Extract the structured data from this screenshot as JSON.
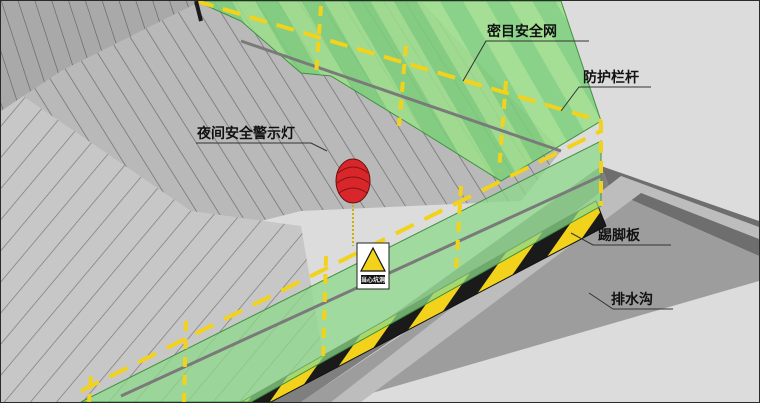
{
  "labels": {
    "safety_net": "密目安全网",
    "guard_rail": "防护栏杆",
    "night_lamp": "夜间安全警示灯",
    "toe_board": "踢脚板",
    "drain_ditch": "排水沟"
  },
  "sign": {
    "text": "当心坑洞"
  },
  "colors": {
    "net_green": "#7ccf7a",
    "rail_yellow": "#f2d21b",
    "rail_black": "#1a1a1a",
    "lamp_red": "#d9262b",
    "ground_gray": "#dcdcdc",
    "pit_gray": "#8f8f8f"
  }
}
